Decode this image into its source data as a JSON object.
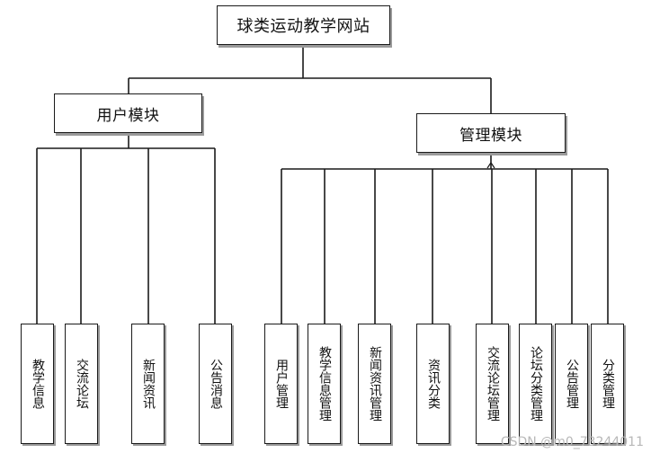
{
  "root": "球类运动教学网站",
  "modules": [
    {
      "title": "用户模块",
      "items": [
        "教学信息",
        "交流论坛",
        "新闻资讯",
        "公告消息"
      ]
    },
    {
      "title": "管理模块",
      "items": [
        "用户管理",
        "教学信息管理",
        "新闻资讯管理",
        "资讯分类",
        "交流论坛管理",
        "论坛分类管理",
        "公告管理",
        "分类管理"
      ]
    }
  ],
  "watermark": "CSDN @m0_73244011"
}
